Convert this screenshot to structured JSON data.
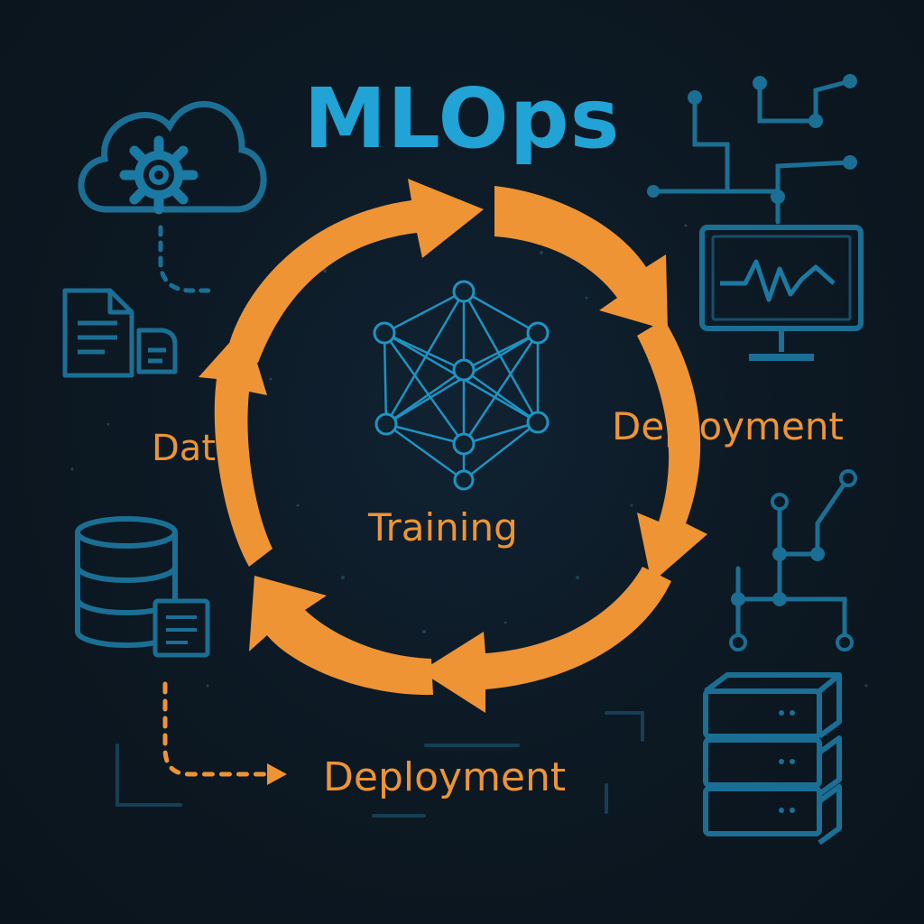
{
  "title": "MLOps",
  "cycle": {
    "data_label": "Data",
    "deployment_label": "Deployment",
    "training_label": "Training"
  },
  "bottom_label": "Deployment",
  "colors": {
    "background": "#0c1822",
    "accent_blue": "#22a3d6",
    "line_blue": "#1b6f94",
    "accent_orange": "#ee9435"
  },
  "icons": [
    "cloud-gear-icon",
    "document-icon",
    "database-icon",
    "monitor-icon",
    "server-stack-icon",
    "neural-network-icon",
    "circuit-icon"
  ]
}
